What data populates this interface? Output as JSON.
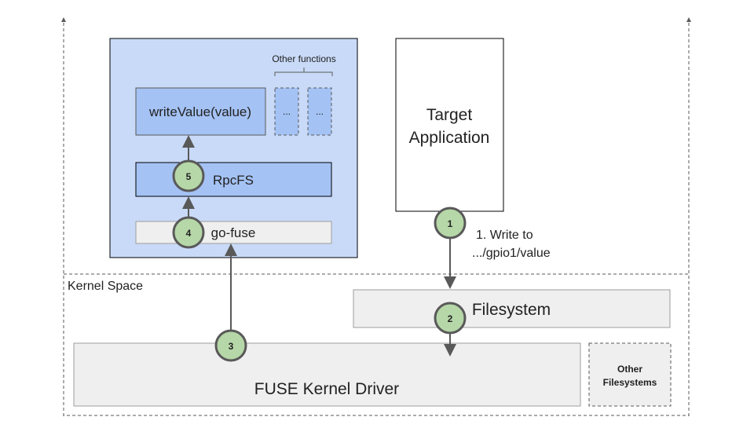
{
  "regions": {
    "kernel_space_label": "Kernel Space"
  },
  "user_process": {
    "other_functions_label": "Other functions",
    "write_value_label": "writeValue(value)",
    "placeholder_1": "...",
    "placeholder_2": "...",
    "rpcfs_label": "RpcFS",
    "gofuse_label": "go-fuse"
  },
  "target_app": {
    "line1": "Target",
    "line2": "Application"
  },
  "write_note": {
    "line1": "1. Write to",
    "line2": ".../gpio1/value"
  },
  "filesystem_label": "Filesystem",
  "fuse_driver_label": "FUSE Kernel Driver",
  "other_fs": {
    "line1": "Other",
    "line2": "Filesystems"
  },
  "steps": [
    "1",
    "2",
    "3",
    "4",
    "5"
  ],
  "colors": {
    "process_fill": "#c9daf8",
    "rpc_fill": "#a4c2f4",
    "gray_fill": "#efefef",
    "step_fill": "#b6d7a8",
    "stroke": "#595959"
  }
}
